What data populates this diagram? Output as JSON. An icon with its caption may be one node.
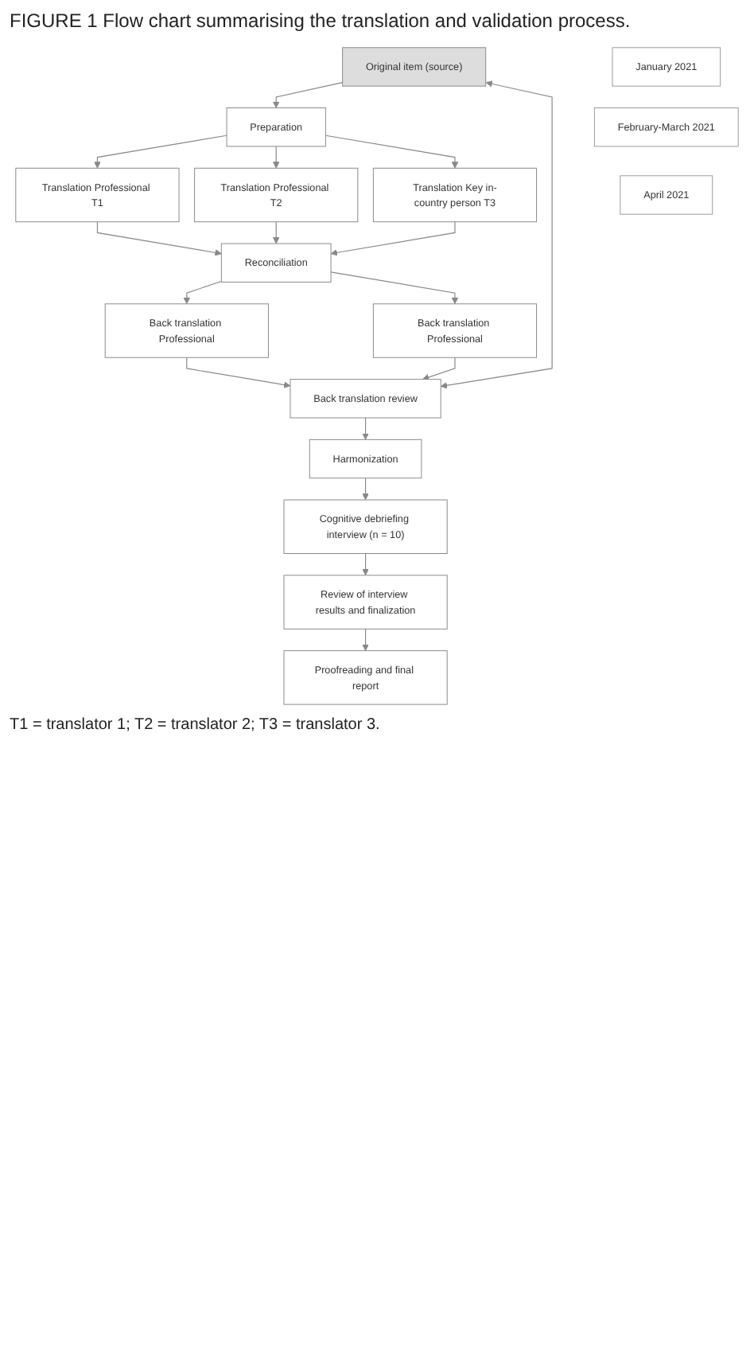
{
  "diagram": {
    "title": "FIGURE 1 Flow chart summarising the translation and validation process.",
    "caption": "T1 = translator 1; T2 = translator 2; T3 = translator 3.",
    "nodes": [
      {
        "text": [
          "Original item (source)"
        ]
      },
      {
        "text": [
          "Preparation"
        ]
      },
      {
        "text": [
          "Translation Professional T1"
        ]
      },
      {
        "text": [
          "Translation Professional T2"
        ]
      },
      {
        "text": [
          "Translation Key in-country person T3"
        ]
      },
      {
        "text": [
          "Reconciliation"
        ]
      },
      {
        "text": [
          "Back translation Professional"
        ]
      },
      {
        "text": [
          "Back translation Professional"
        ]
      },
      {
        "text": [
          "Back translation review"
        ]
      },
      {
        "text": [
          "Harmonization"
        ]
      },
      {
        "text": [
          "Cognitive debriefing interview (n = 10)"
        ]
      },
      {
        "text": [
          "Review of interview results and finalization"
        ]
      },
      {
        "text": [
          "Proofreading and final report"
        ]
      },
      {
        "text": [
          "January 2021"
        ]
      },
      {
        "text": [
          "February-March 2021"
        ]
      },
      {
        "text": [
          "April 2021"
        ]
      }
    ],
    "edges": [
      {
        "from": 0,
        "to": 1,
        "arrow": "to"
      },
      {
        "from": 1,
        "to": 2,
        "arrow": "to"
      },
      {
        "from": 1,
        "to": 3,
        "arrow": "to"
      },
      {
        "from": 1,
        "to": 4,
        "arrow": "to"
      },
      {
        "from": 2,
        "to": 5,
        "arrow": "to"
      },
      {
        "from": 3,
        "to": 5,
        "arrow": "to"
      },
      {
        "from": 4,
        "to": 5,
        "arrow": "to"
      },
      {
        "from": 5,
        "to": 6,
        "arrow": "to"
      },
      {
        "from": 5,
        "to": 7,
        "arrow": "to"
      },
      {
        "from": 6,
        "to": 8,
        "arrow": "to"
      },
      {
        "from": 7,
        "to": 8,
        "arrow": "to"
      },
      {
        "from": 0,
        "to": 8,
        "arrow": "both"
      },
      {
        "from": 8,
        "to": 9,
        "arrow": "to"
      },
      {
        "from": 9,
        "to": 10,
        "arrow": "to"
      },
      {
        "from": 10,
        "to": 11,
        "arrow": "to"
      },
      {
        "from": 11,
        "to": 12,
        "arrow": "to"
      }
    ]
  }
}
